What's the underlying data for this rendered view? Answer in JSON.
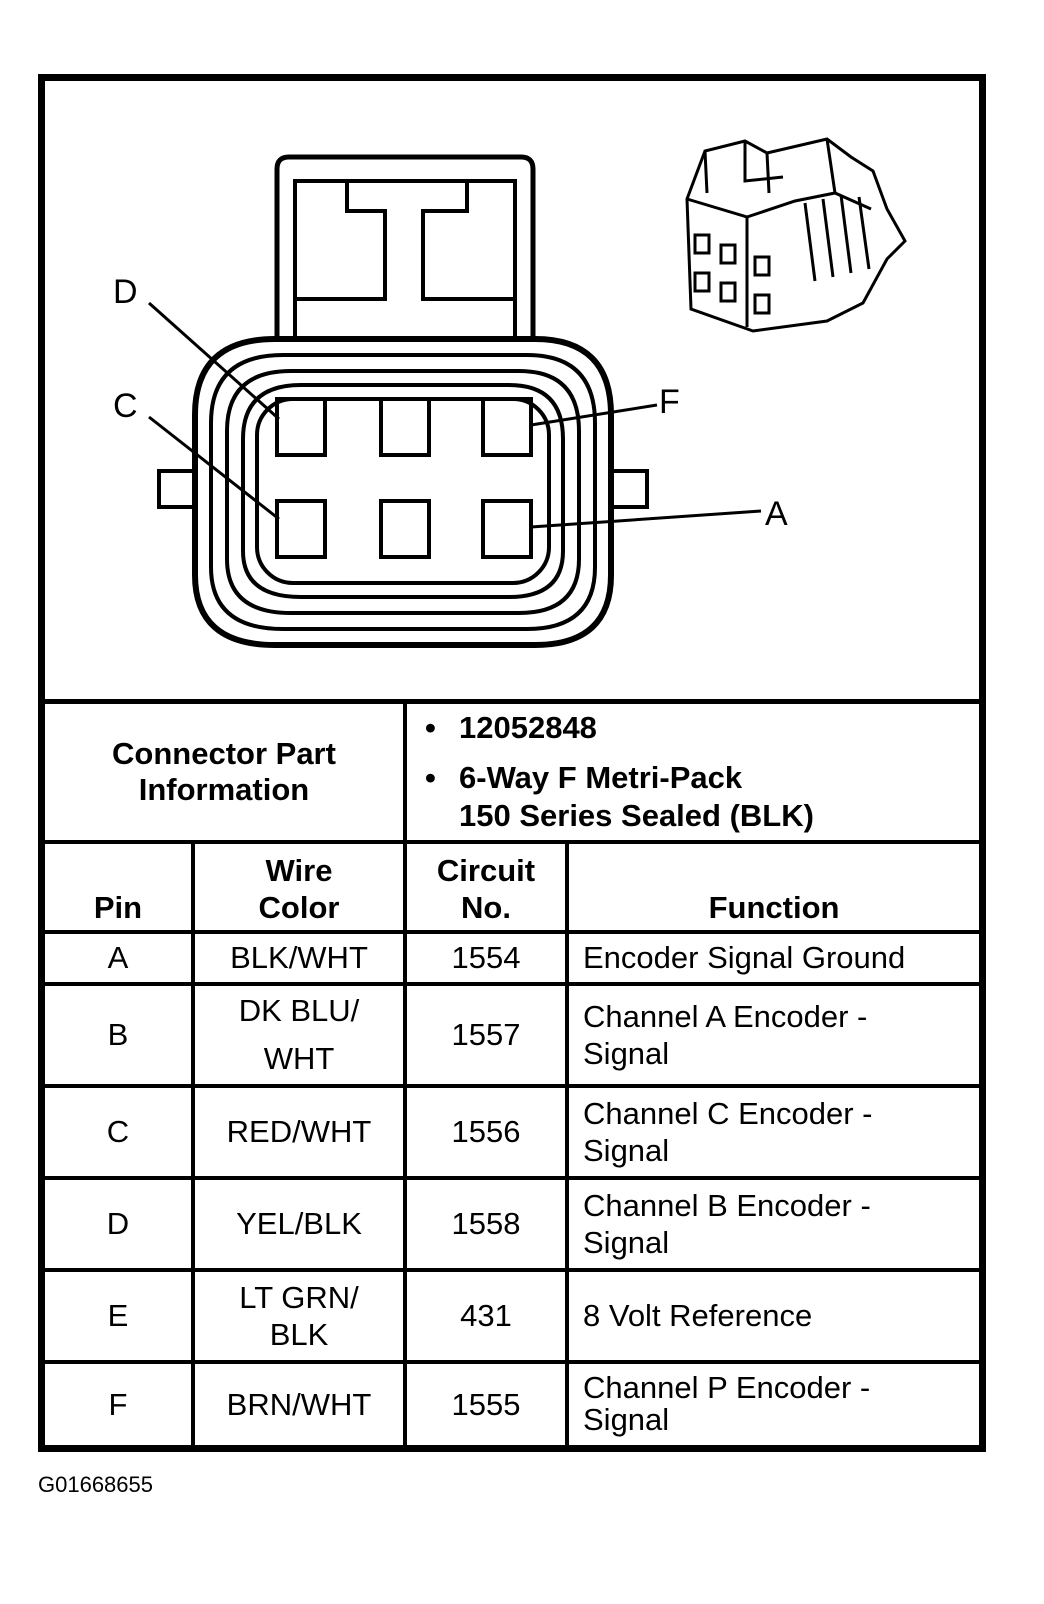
{
  "diagram": {
    "pin_labels": {
      "D": "D",
      "C": "C",
      "F": "F",
      "A": "A"
    }
  },
  "part_info": {
    "label": "Connector Part Information",
    "items": [
      "12052848",
      "6-Way F Metri-Pack\n150 Series Sealed (BLK)"
    ]
  },
  "table": {
    "headers": {
      "pin": "Pin",
      "wire": "Wire\nColor",
      "circuit": "Circuit\nNo.",
      "function": "Function"
    },
    "rows": [
      {
        "pin": "A",
        "wire": "BLK/WHT",
        "circuit": "1554",
        "function": "Encoder Signal Ground"
      },
      {
        "pin": "B",
        "wire": "DK BLU/\nWHT",
        "circuit": "1557",
        "function": "Channel A Encoder -\nSignal"
      },
      {
        "pin": "C",
        "wire": "RED/WHT",
        "circuit": "1556",
        "function": "Channel C Encoder -\nSignal"
      },
      {
        "pin": "D",
        "wire": "YEL/BLK",
        "circuit": "1558",
        "function": "Channel B Encoder -\nSignal"
      },
      {
        "pin": "E",
        "wire": "LT GRN/\nBLK",
        "circuit": "431",
        "function": "8 Volt Reference"
      },
      {
        "pin": "F",
        "wire": "BRN/WHT",
        "circuit": "1555",
        "function": "Channel P Encoder -\nSignal"
      }
    ]
  },
  "figure_id": "G01668655"
}
